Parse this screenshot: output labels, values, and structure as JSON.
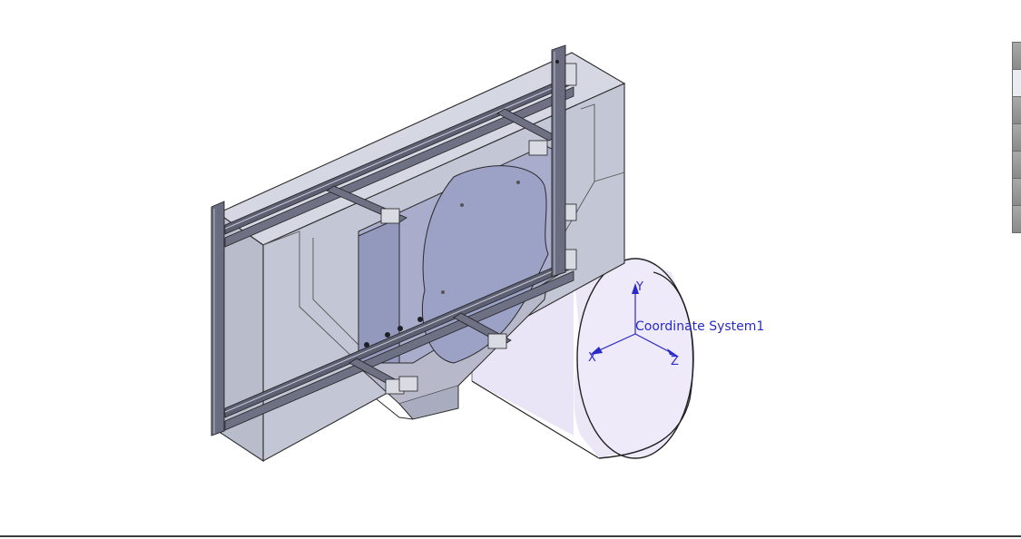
{
  "viewport": {
    "coordinate_system": {
      "name": "Coordinate System1",
      "axes": {
        "y": "Y",
        "x": "X",
        "z": "Z"
      }
    },
    "colors": {
      "enclosure_fill": "#c9ccd8",
      "enclosure_edge": "#2b2b2b",
      "plate_fill": "#9fa3c4",
      "cylinder_fill": "#e8e2f6",
      "rail_fill": "#6f7284",
      "coordinate_blue": "#2a2ac8"
    }
  },
  "right_toolbar": {
    "buttons": [
      {
        "name": "view-button-1",
        "active": false
      },
      {
        "name": "view-button-2",
        "active": true
      },
      {
        "name": "view-button-3",
        "active": false
      },
      {
        "name": "view-button-4",
        "active": false
      },
      {
        "name": "view-button-5",
        "active": false
      },
      {
        "name": "view-button-6",
        "active": false
      },
      {
        "name": "view-button-7",
        "active": false
      }
    ]
  }
}
